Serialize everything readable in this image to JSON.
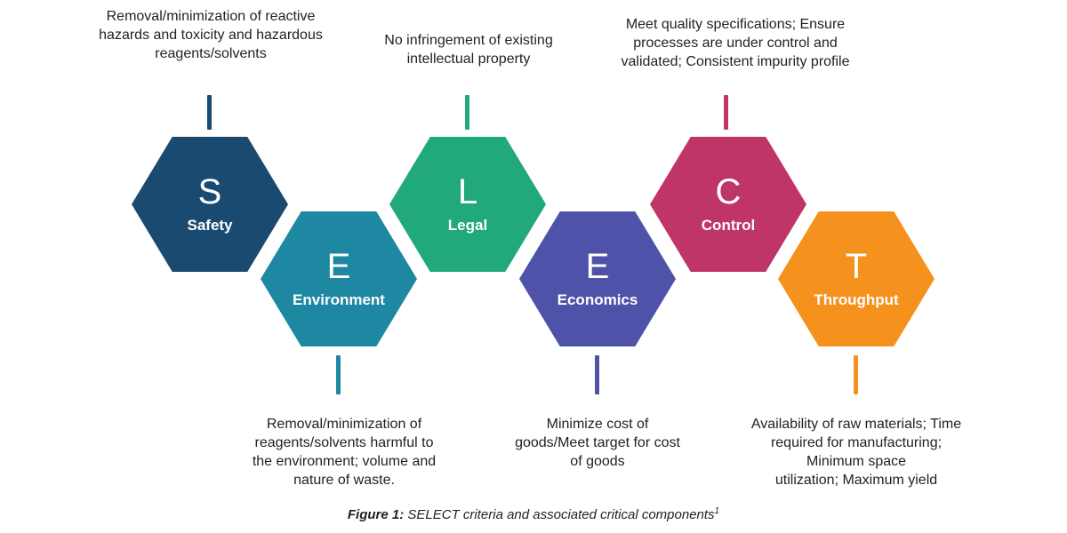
{
  "figure": {
    "background_color": "#FFFFFF",
    "text_color": "#231F20",
    "caption": {
      "prefix": "Figure 1:",
      "text": " SELECT criteria and associated critical components",
      "superscript": "1"
    },
    "hexagons": [
      {
        "letter": "S",
        "label": "Safety",
        "color": "#1B4A70",
        "row": "top",
        "description": "Removal/minimization of reactive\nhazards and toxicity and hazardous\nreagents/solvents"
      },
      {
        "letter": "E",
        "label": "Environment",
        "color": "#1E87A2",
        "row": "bottom",
        "description": "Removal/minimization of\nreagents/solvents harmful to\nthe environment; volume and\nnature of waste."
      },
      {
        "letter": "L",
        "label": "Legal",
        "color": "#21A87C",
        "row": "top",
        "description": "No infringement of existing\nintellectual property"
      },
      {
        "letter": "E",
        "label": "Economics",
        "color": "#4E53A9",
        "row": "bottom",
        "description": "Minimize cost of\ngoods/Meet target for cost\nof goods"
      },
      {
        "letter": "C",
        "label": "Control",
        "color": "#C03568",
        "row": "top",
        "description": "Meet quality specifications; Ensure\nprocesses are under control and\nvalidated; Consistent impurity profile"
      },
      {
        "letter": "T",
        "label": "Throughput",
        "color": "#F5921E",
        "row": "bottom",
        "description": "Availability of raw materials; Time\nrequired for manufacturing;\nMinimum space\nutilization; Maximum yield"
      }
    ]
  }
}
